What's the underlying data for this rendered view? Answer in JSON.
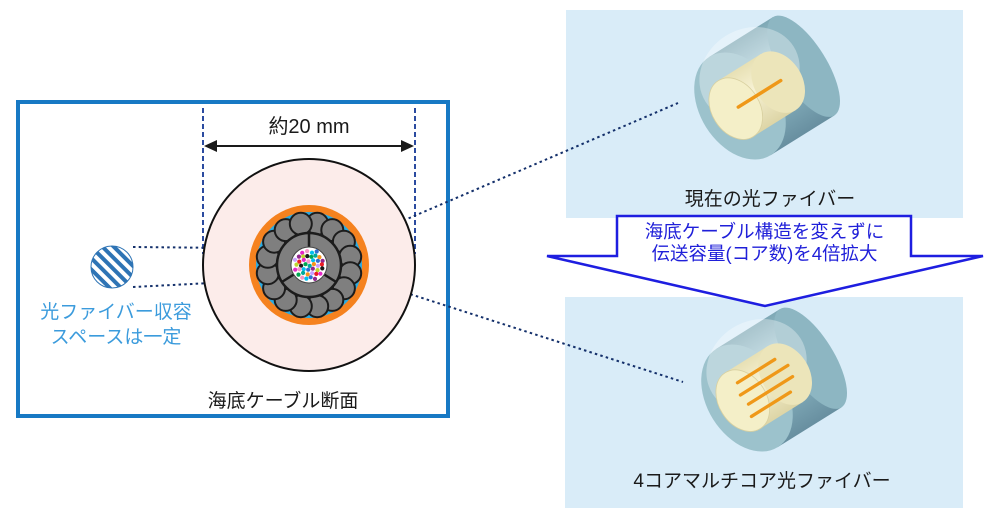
{
  "left_panel": {
    "dimension_label": "約20 mm",
    "fiber_space_note_line1": "光ファイバー収容",
    "fiber_space_note_line2": "スペースは一定",
    "caption": "海底ケーブル断面",
    "note_color": "#3b9bdc",
    "border_color": "#1779c4"
  },
  "cable": {
    "pink_jacket_color": "#fcecea",
    "orange_layer_color": "#f5821f",
    "cyan_layer_color": "#2aabe2",
    "armor_wire_color": "#7f7f7f",
    "armor_wire_count": 16,
    "fiber_palette": [
      "#e629c8",
      "#00a651",
      "#00c0f0",
      "#f7941d",
      "#92278f",
      "#ed1c24",
      "#1a1a1a",
      "#f598c8",
      "#00a99d",
      "#2f6fd0",
      "#c9a0ff",
      "#bfd730"
    ],
    "fiber_dots": [
      [
        -6.8,
        -13
      ],
      [
        -2.3,
        -13
      ],
      [
        2.3,
        -13
      ],
      [
        6.8,
        -13
      ],
      [
        -11,
        -8.7
      ],
      [
        -6.6,
        -8.7
      ],
      [
        -2.2,
        -8.7
      ],
      [
        2.2,
        -8.7
      ],
      [
        6.6,
        -8.7
      ],
      [
        11,
        -8.7
      ],
      [
        -13.2,
        -4.3
      ],
      [
        -8.8,
        -4.3
      ],
      [
        -4.4,
        -4.3
      ],
      [
        0,
        -4.3
      ],
      [
        4.4,
        -4.3
      ],
      [
        8.8,
        -4.3
      ],
      [
        13.2,
        -4.3
      ],
      [
        -13.2,
        0
      ],
      [
        -8.8,
        0
      ],
      [
        -4.4,
        0
      ],
      [
        0,
        0
      ],
      [
        4.4,
        0
      ],
      [
        8.8,
        0
      ],
      [
        13.2,
        0
      ],
      [
        -13.2,
        4.3
      ],
      [
        -8.8,
        4.3
      ],
      [
        -4.4,
        4.3
      ],
      [
        0,
        4.3
      ],
      [
        4.4,
        4.3
      ],
      [
        8.8,
        4.3
      ],
      [
        13.2,
        4.3
      ],
      [
        -11,
        8.7
      ],
      [
        -6.6,
        8.7
      ],
      [
        -2.2,
        8.7
      ],
      [
        2.2,
        8.7
      ],
      [
        6.6,
        8.7
      ],
      [
        11,
        8.7
      ],
      [
        -6.8,
        13
      ],
      [
        -2.3,
        13
      ],
      [
        2.3,
        13
      ],
      [
        6.8,
        13
      ]
    ]
  },
  "right_side": {
    "panel_bg": "#d9ecf8",
    "top_caption": "現在の光ファイバー",
    "bottom_caption": "4コアマルチコア光ファイバー",
    "banner_line1": "海底ケーブル構造を変えずに",
    "banner_line2": "伝送容量(コア数)を4倍拡大",
    "banner_color": "#1f1fd9",
    "top_core_count": 1,
    "bottom_core_count": 4,
    "core_color": "#ef9818"
  }
}
